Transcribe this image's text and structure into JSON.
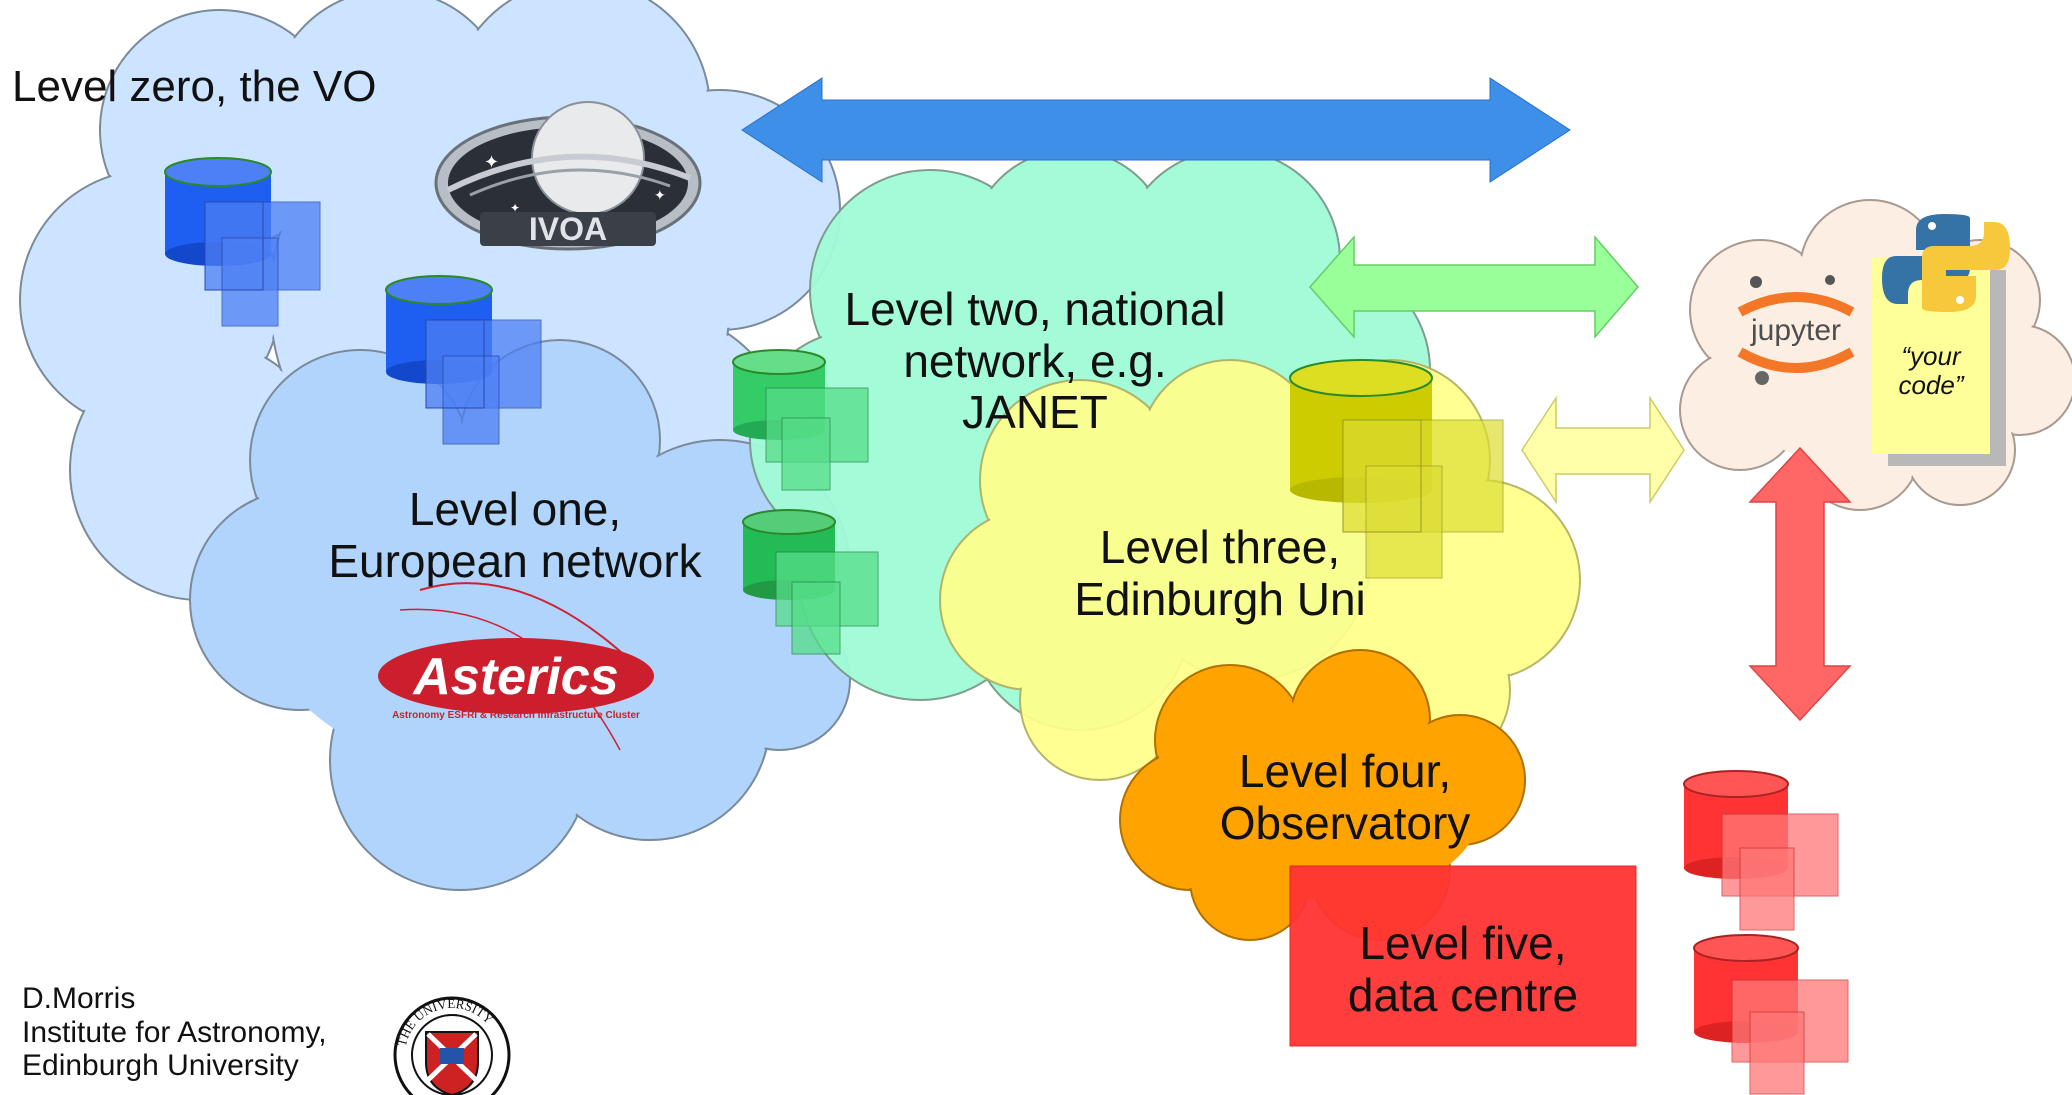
{
  "clouds": {
    "level_zero": {
      "label": "Level zero, the VO",
      "color": "#cce4ff"
    },
    "level_one": {
      "label": "Level one,\nEuropean network",
      "color": "#b0d4fb"
    },
    "level_two": {
      "label": "Level two, national\nnetwork, e.g.\nJANET",
      "color": "#a1fbd7"
    },
    "level_three": {
      "label": "Level three,\nEdinburgh Uni",
      "color": "#ffff8a"
    },
    "level_four": {
      "label": "Level four,\nObservatory",
      "color": "#ffa300"
    },
    "user_cloud": {
      "color": "#fdeee4"
    }
  },
  "level_five": {
    "label": "Level five,\ndata centre",
    "color": "#ff3333"
  },
  "logos": {
    "ivoa": {
      "text": "IVOA"
    },
    "asterics": {
      "text": "Asterics",
      "subtitle": "Astronomy ESFRI & Research Infrastructure Cluster"
    },
    "jupyter": {
      "text": "jupyter"
    },
    "python": {
      "icon": "python-icon"
    },
    "university": {
      "icon": "university-crest-icon",
      "text": "THE UNIVERSITY"
    }
  },
  "note": {
    "text": "“your\ncode”"
  },
  "arrows": {
    "blue": "#3d8fe8",
    "green": "#99ff99",
    "yellow": "#ffffaa",
    "red": "#ff6666"
  },
  "credit": {
    "line1": "D.Morris",
    "line2": "Institute for Astronomy,",
    "line3": "Edinburgh University"
  }
}
